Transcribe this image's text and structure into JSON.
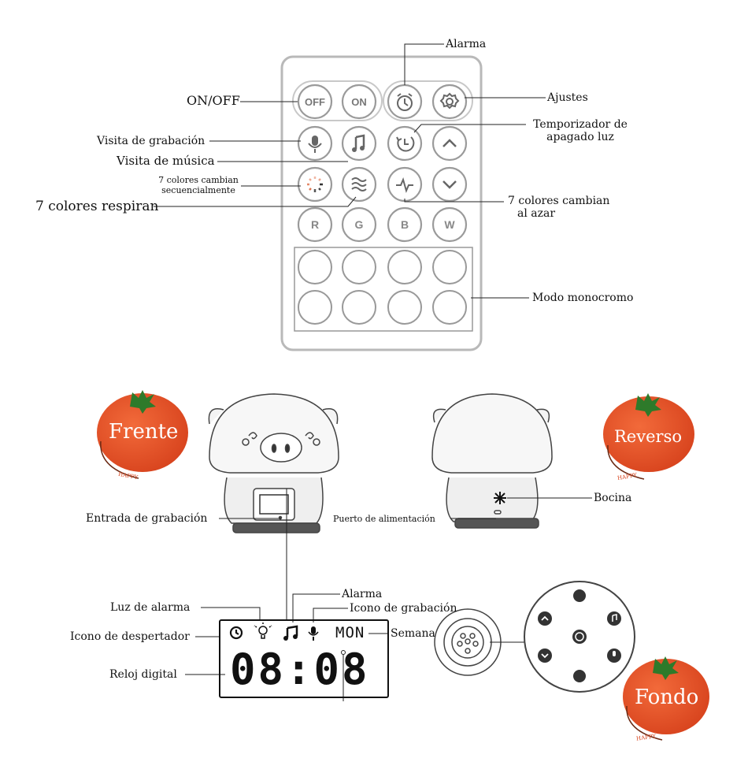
{
  "remote": {
    "buttons": {
      "off": "OFF",
      "on": "ON",
      "r": "R",
      "g": "G",
      "b": "B",
      "w": "W"
    },
    "labels": {
      "on_off": "ON/OFF",
      "alarm": "Alarma",
      "settings": "Ajustes",
      "record_visit": "Visita de grabación",
      "music_visit": "Visita de música",
      "timer_line1": "Temporizador de",
      "timer_line2": "apagado luz",
      "seq_line1": "7 colores cambian",
      "seq_line2": "secuencialmente",
      "breathe": "7 colores respiran",
      "random_line1": "7 colores cambian",
      "random_line2": "al azar",
      "mono": "Modo monocromo"
    }
  },
  "device": {
    "front_tag": "Frente",
    "back_tag": "Reverso",
    "bottom_tag": "Fondo",
    "happy": "HAPPY",
    "record_input": "Entrada de grabación",
    "power_port": "Puerto de alimentación",
    "speaker": "Bocina"
  },
  "display": {
    "alarm_light": "Luz de alarma",
    "alarm": "Alarma",
    "record_icon": "Icono de grabación",
    "wake_icon": "Icono de despertador",
    "week": "Semana",
    "digital_clock": "Reloj digital",
    "day": "MON",
    "time": "08:08"
  }
}
